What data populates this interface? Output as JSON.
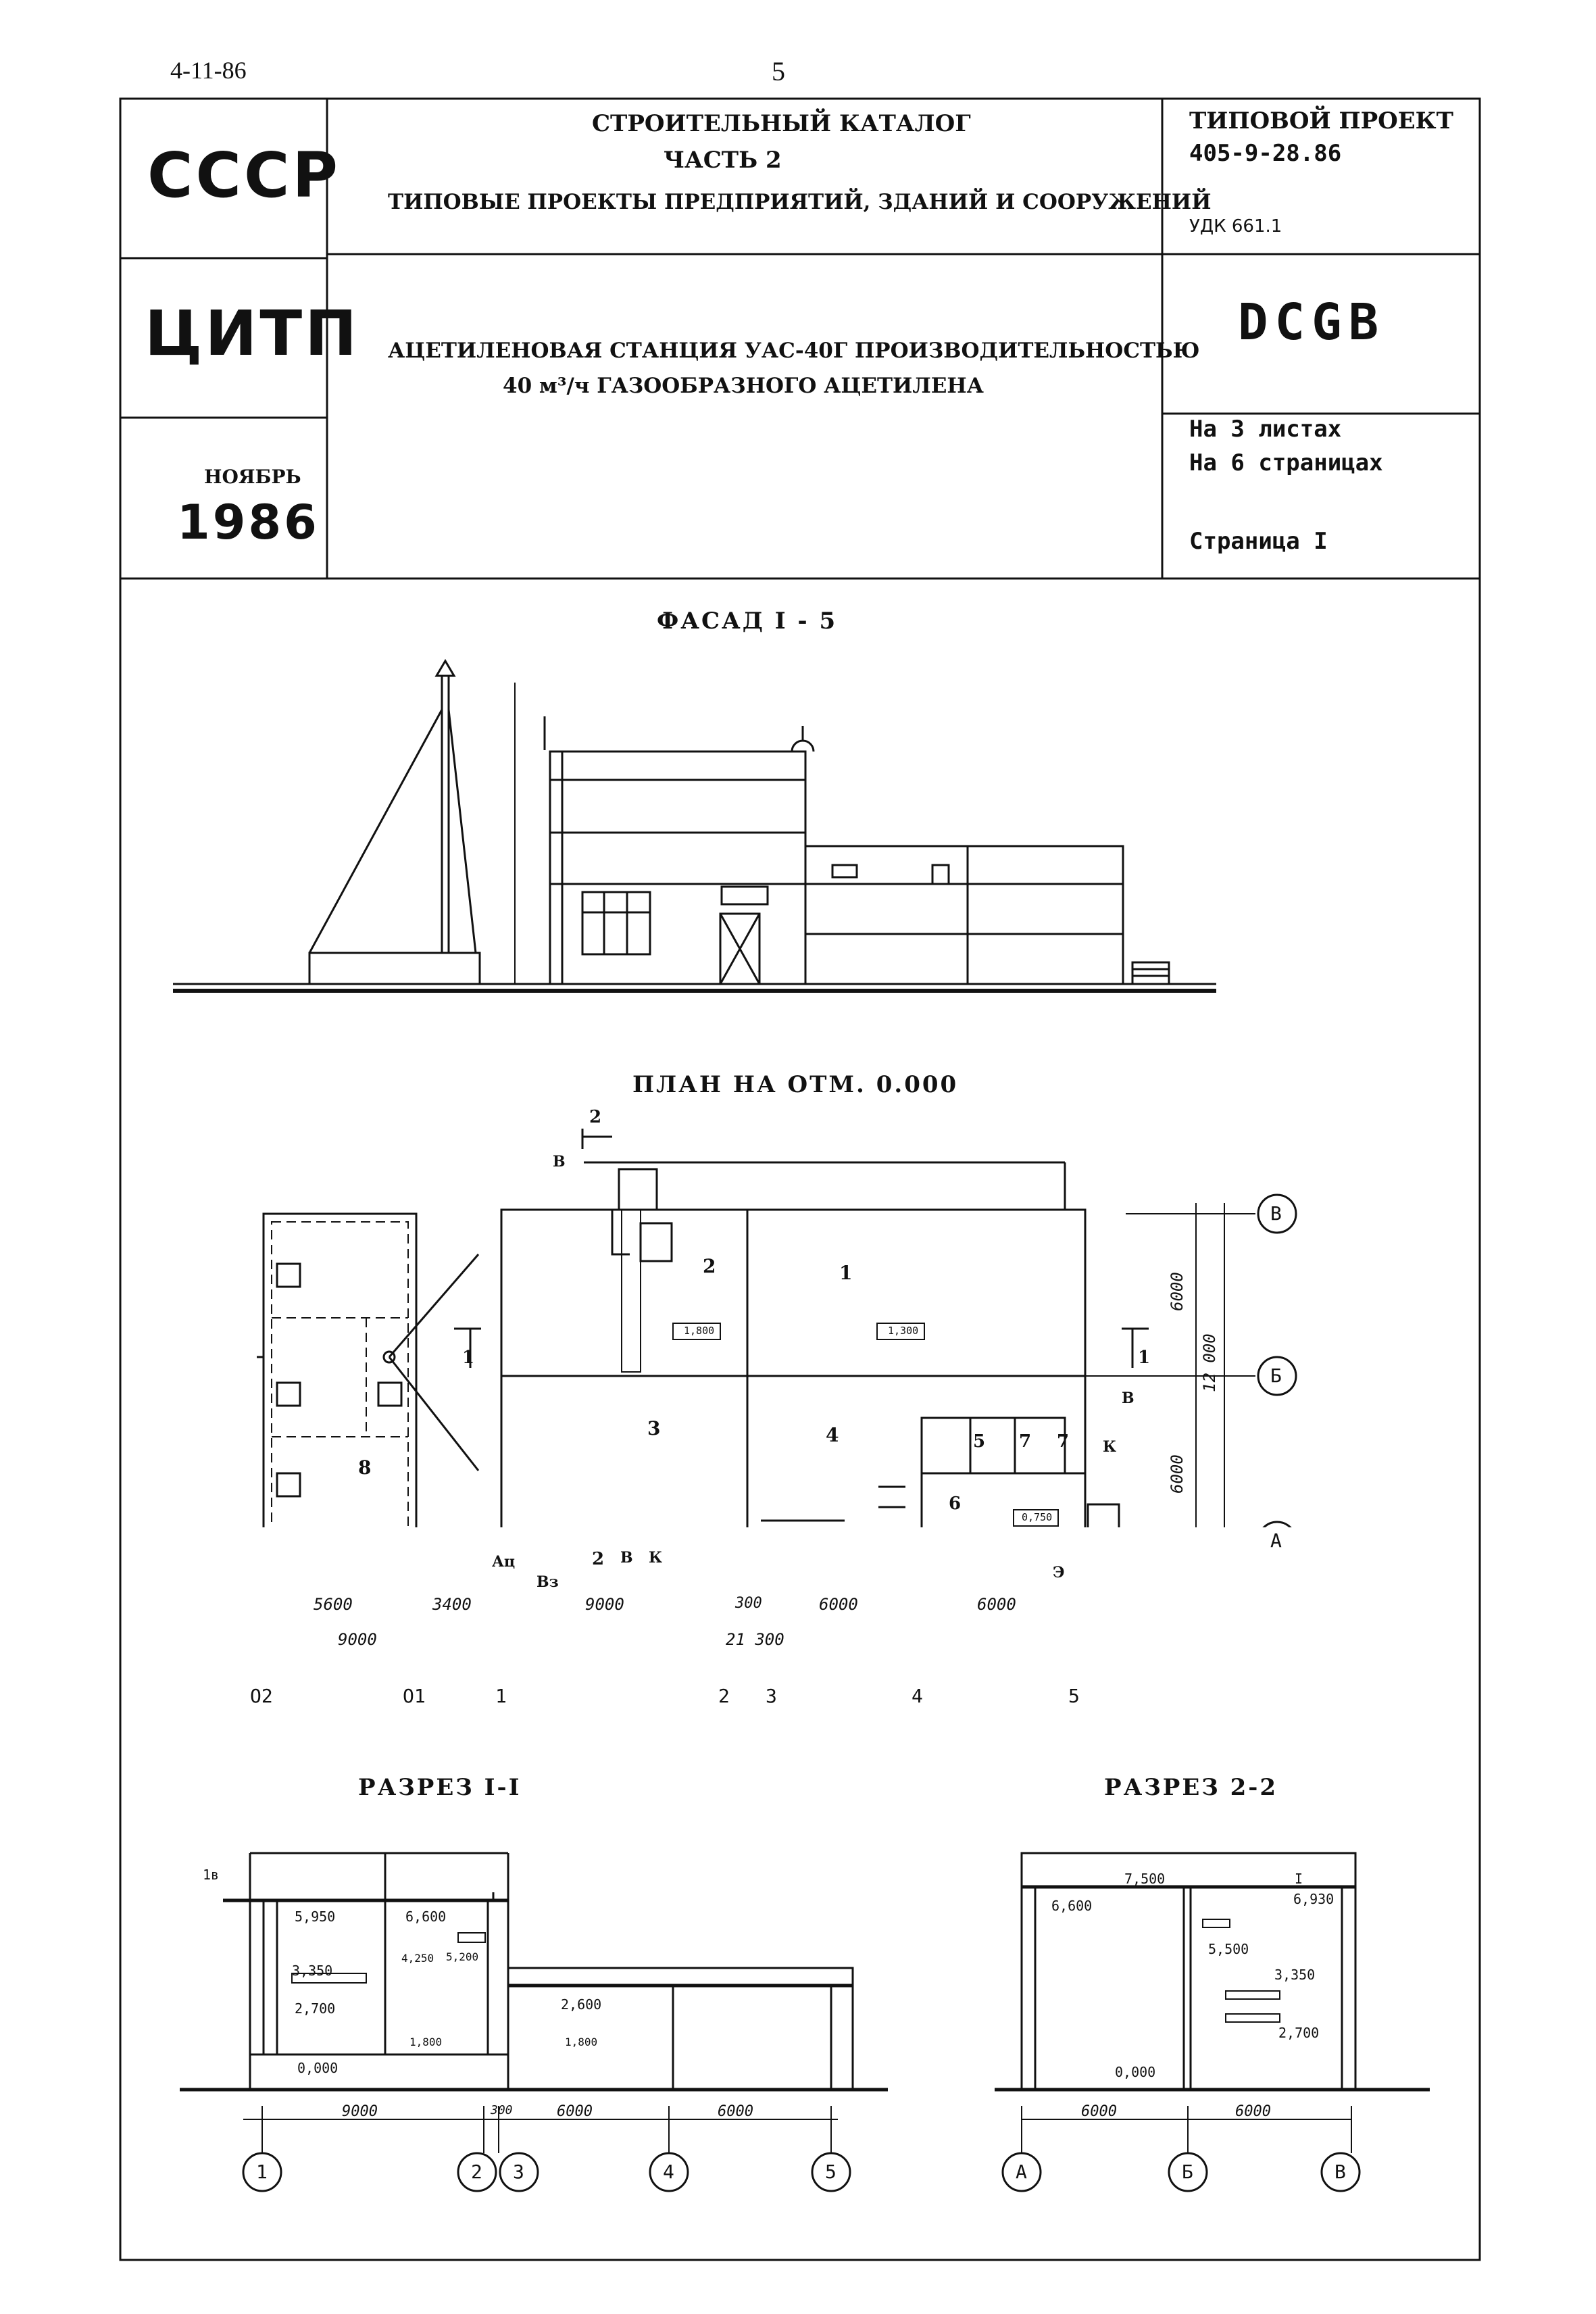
{
  "page": {
    "date": "4-11-86",
    "number": "5"
  },
  "header": {
    "org1": "СССР",
    "org2": "ЦИТП",
    "month": "НОЯБРЬ",
    "year": "1986",
    "catalog_line1": "СТРОИТЕЛЬНЫЙ КАТАЛОГ",
    "catalog_line2": "ЧАСТЬ 2",
    "catalog_line3": "ТИПОВЫЕ ПРОЕКТЫ ПРЕДПРИЯТИЙ, ЗДАНИЙ И СООРУЖЕНИЙ",
    "title_line1": "АЦЕТИЛЕНОВАЯ СТАНЦИЯ УАС-40Г ПРОИЗВОДИТЕЛЬНОСТЬЮ",
    "title_line2": "40 м³/ч  ГАЗООБРАЗНОГО АЦЕТИЛЕНА",
    "project_label": "ТИПОВОЙ ПРОЕКТ",
    "project_number": "405-9-28.86",
    "udk": "УДК 661.1",
    "code": "DCGB",
    "sheets": "На 3 листах",
    "pages": "На 6 страницах",
    "page_label": "Страница I"
  },
  "drawings": {
    "facade_title": "ФАСАД  I - 5",
    "plan_title": "ПЛАН  НА  ОТМ. 0.000",
    "section1_title": "РАЗРЕЗ  I-I",
    "section2_title": "РАЗРЕЗ  2-2"
  },
  "plan": {
    "rooms": [
      "1",
      "2",
      "3",
      "4",
      "5",
      "6",
      "7",
      "7",
      "8"
    ],
    "room_marks": [
      "1,800",
      "1,300",
      "0,750"
    ],
    "cut_marks": [
      "1",
      "1",
      "2",
      "2"
    ],
    "letter_marks": [
      "В",
      "В",
      "К",
      "Э",
      "Ац",
      "Вз",
      "В",
      "В",
      "К"
    ],
    "dims_top": [
      "5600",
      "3400",
      "9000",
      "300",
      "6000",
      "6000"
    ],
    "dims_total": [
      "9000",
      "21 300"
    ],
    "dims_right": [
      "6000",
      "12 000",
      "6000"
    ],
    "axes_bottom": [
      "О2",
      "О1",
      "1",
      "2",
      "3",
      "4",
      "5"
    ],
    "axes_right": [
      "В",
      "Б",
      "А"
    ]
  },
  "section1": {
    "marks": [
      "1в",
      "5,950",
      "6,600",
      "4,250",
      "5,200",
      "3,350",
      "2,700",
      "1,800",
      "0,000",
      "2,600",
      "1,800"
    ],
    "dims": [
      "9000",
      "300",
      "6000",
      "6000"
    ],
    "axes": [
      "1",
      "2",
      "3",
      "4",
      "5"
    ]
  },
  "section2": {
    "marks": [
      "7,500",
      "I",
      "6,930",
      "6,600",
      "5,500",
      "3,350",
      "2,700",
      "0,000"
    ],
    "dims": [
      "6000",
      "6000"
    ],
    "axes": [
      "А",
      "Б",
      "В"
    ]
  }
}
